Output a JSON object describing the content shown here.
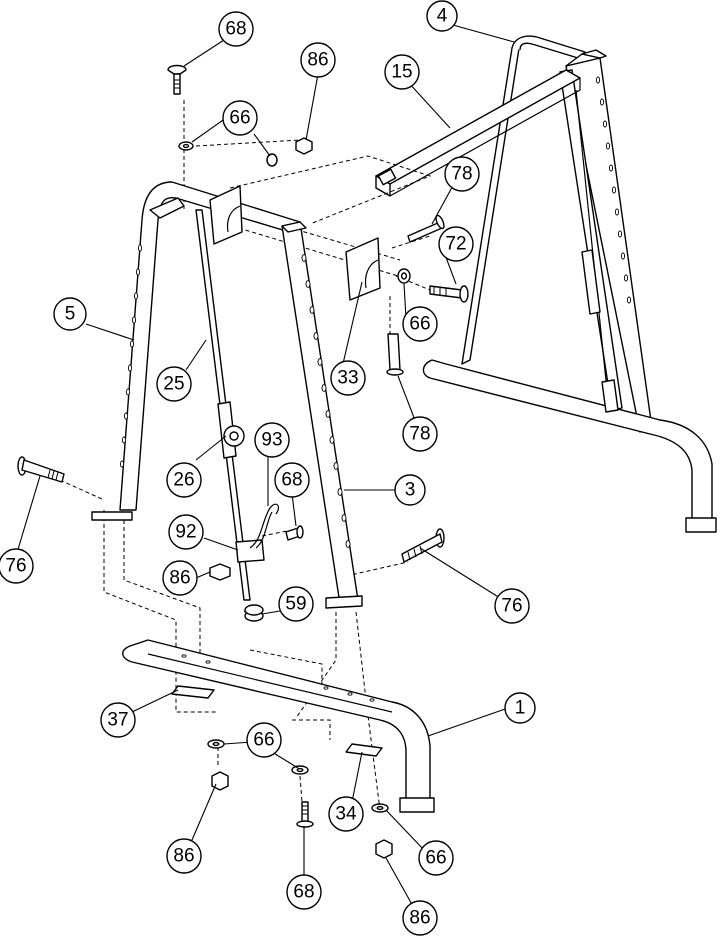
{
  "callouts": [
    {
      "id": "c68a",
      "label": "68"
    },
    {
      "id": "c86a",
      "label": "86"
    },
    {
      "id": "c66a",
      "label": "66"
    },
    {
      "id": "c4",
      "label": "4"
    },
    {
      "id": "c15",
      "label": "15"
    },
    {
      "id": "c78a",
      "label": "78"
    },
    {
      "id": "c72",
      "label": "72"
    },
    {
      "id": "c66b",
      "label": "66"
    },
    {
      "id": "c78b",
      "label": "78"
    },
    {
      "id": "c5",
      "label": "5"
    },
    {
      "id": "c25",
      "label": "25"
    },
    {
      "id": "c33",
      "label": "33"
    },
    {
      "id": "c26",
      "label": "26"
    },
    {
      "id": "c93",
      "label": "93"
    },
    {
      "id": "c68b",
      "label": "68"
    },
    {
      "id": "c3",
      "label": "3"
    },
    {
      "id": "c76a",
      "label": "76"
    },
    {
      "id": "c92",
      "label": "92"
    },
    {
      "id": "c86b",
      "label": "86"
    },
    {
      "id": "c59",
      "label": "59"
    },
    {
      "id": "c76b",
      "label": "76"
    },
    {
      "id": "c1",
      "label": "1"
    },
    {
      "id": "c37",
      "label": "37"
    },
    {
      "id": "c66c",
      "label": "66"
    },
    {
      "id": "c34",
      "label": "34"
    },
    {
      "id": "c86c",
      "label": "86"
    },
    {
      "id": "c66d",
      "label": "66"
    },
    {
      "id": "c68c",
      "label": "68"
    },
    {
      "id": "c86d",
      "label": "86"
    }
  ],
  "colors": {
    "line": "#000000",
    "background": "#ffffff"
  }
}
